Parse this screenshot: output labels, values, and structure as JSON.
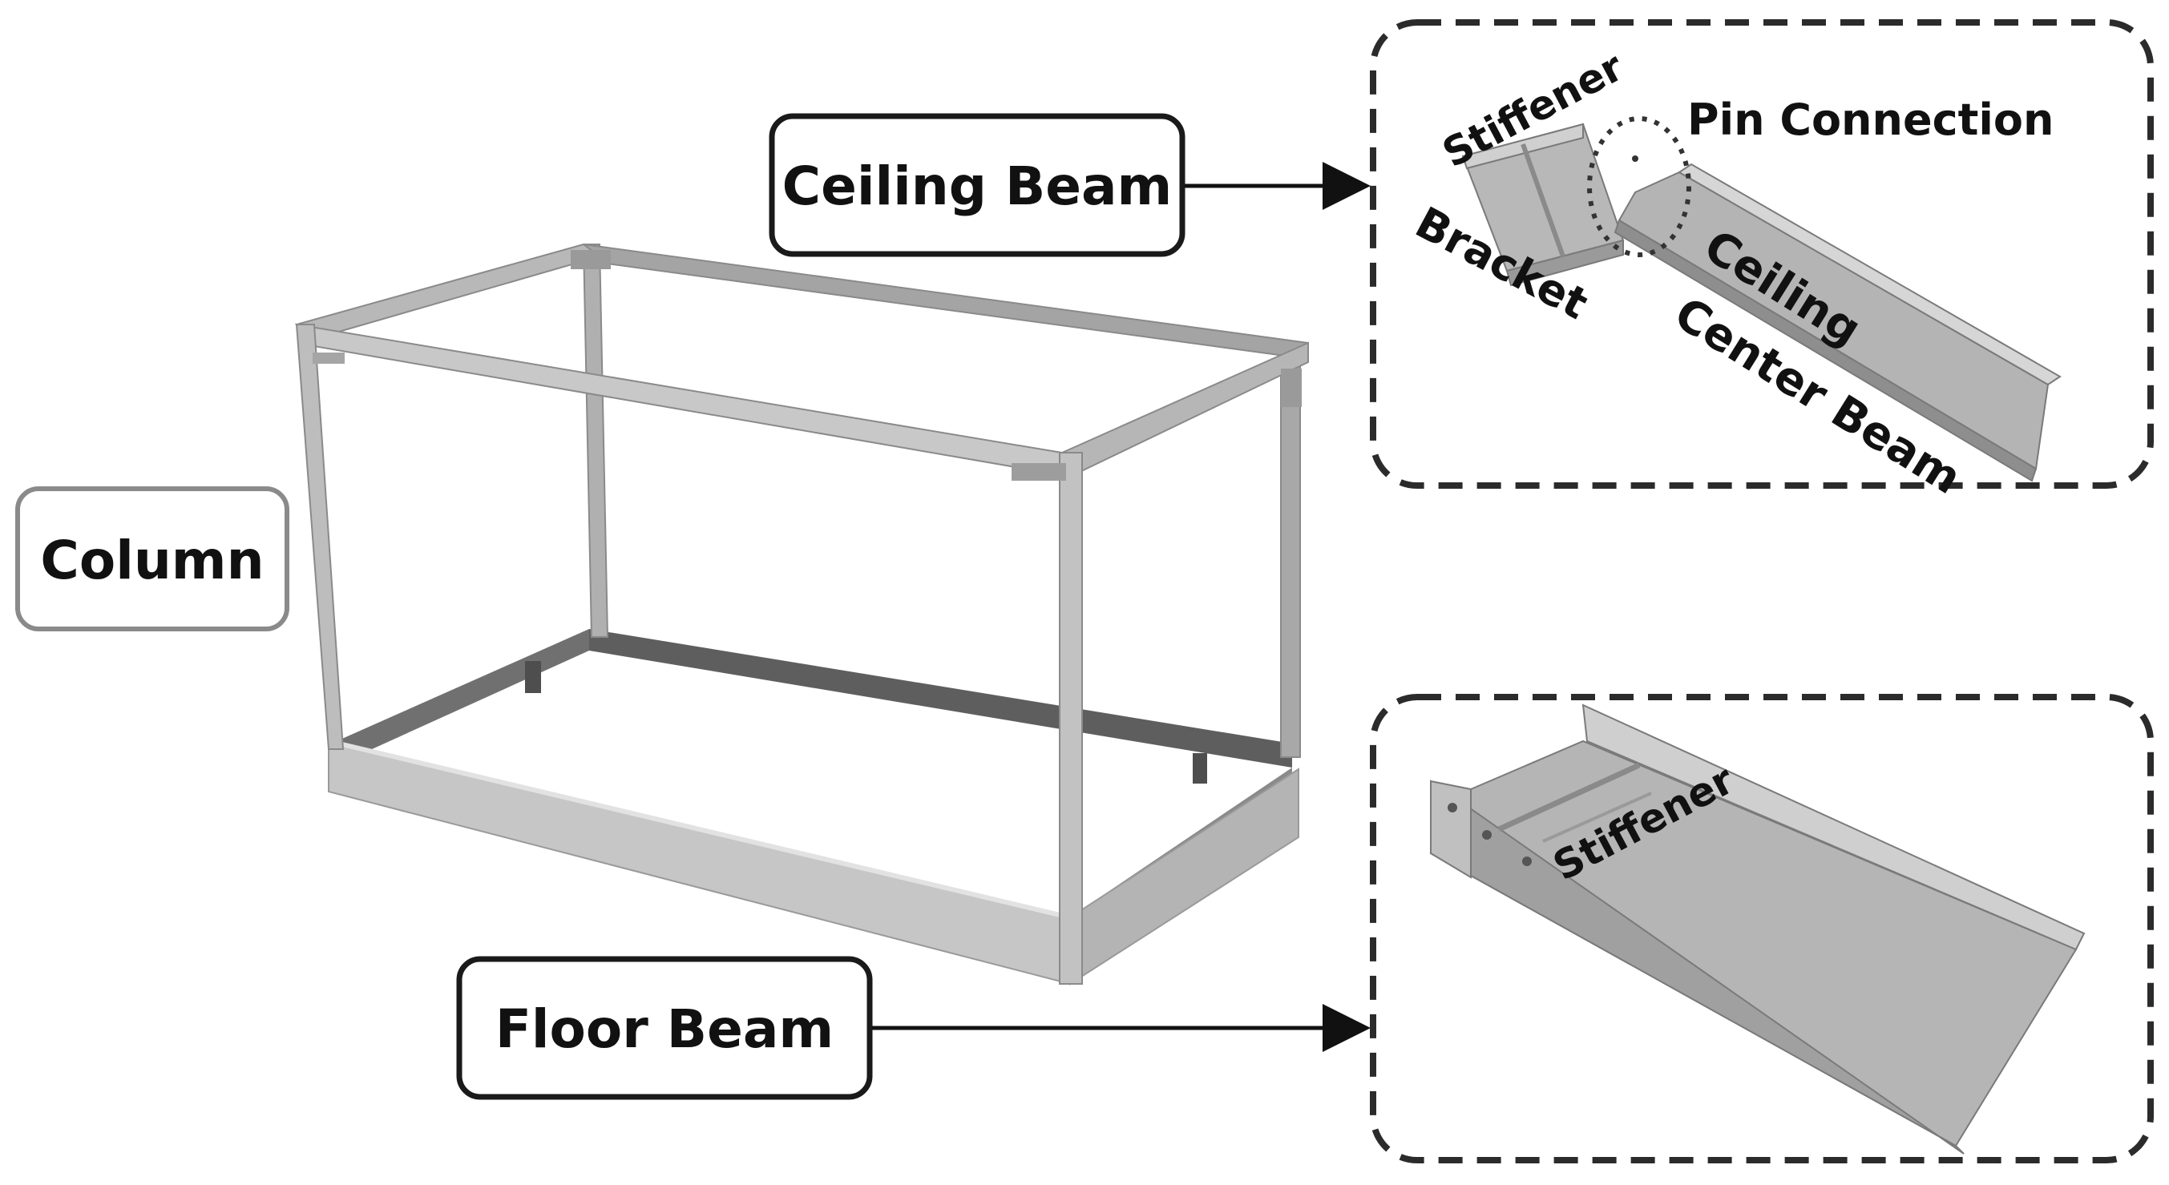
{
  "labels": {
    "column": "Column",
    "ceiling_beam": "Ceiling Beam",
    "floor_beam": "Floor Beam",
    "stiffener_top": "Stiffener",
    "pin_connection": "Pin Connection",
    "bracket": "Bracket",
    "ceiling": "Ceiling",
    "center_beam": "Center Beam",
    "stiffener_bottom": "Stiffener"
  },
  "colors": {
    "steel_light": "#c4c4c4",
    "steel_mid": "#a8a8a8",
    "steel_dark": "#6a6a6a",
    "column_box_border": "#8a8a8a",
    "label_box_border": "#1a1a1a",
    "dashed_border": "#2b2b2b"
  }
}
